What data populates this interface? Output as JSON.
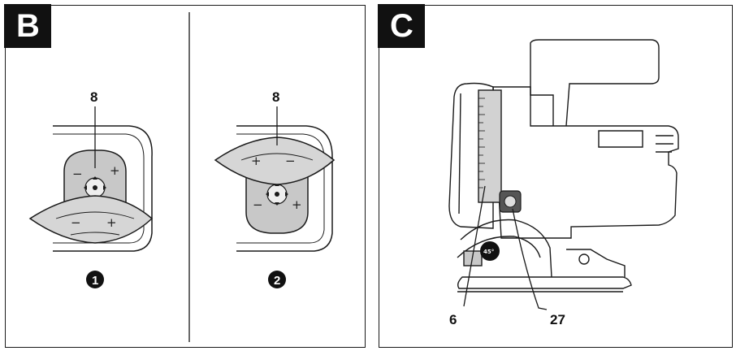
{
  "panel_b": {
    "tag": "B",
    "callout_left": "8",
    "callout_right": "8",
    "step_1": "1",
    "step_2": "2",
    "plus_sign": "+",
    "minus_sign": "−"
  },
  "panel_c": {
    "tag": "C",
    "callout_6": "6",
    "callout_27": "27",
    "angle_badge": "45°"
  },
  "colors": {
    "line": "#1a1a1a",
    "knob_fill": "#c8c8c8",
    "lever_fill": "#d6d6d6",
    "tag_bg": "#111111"
  }
}
